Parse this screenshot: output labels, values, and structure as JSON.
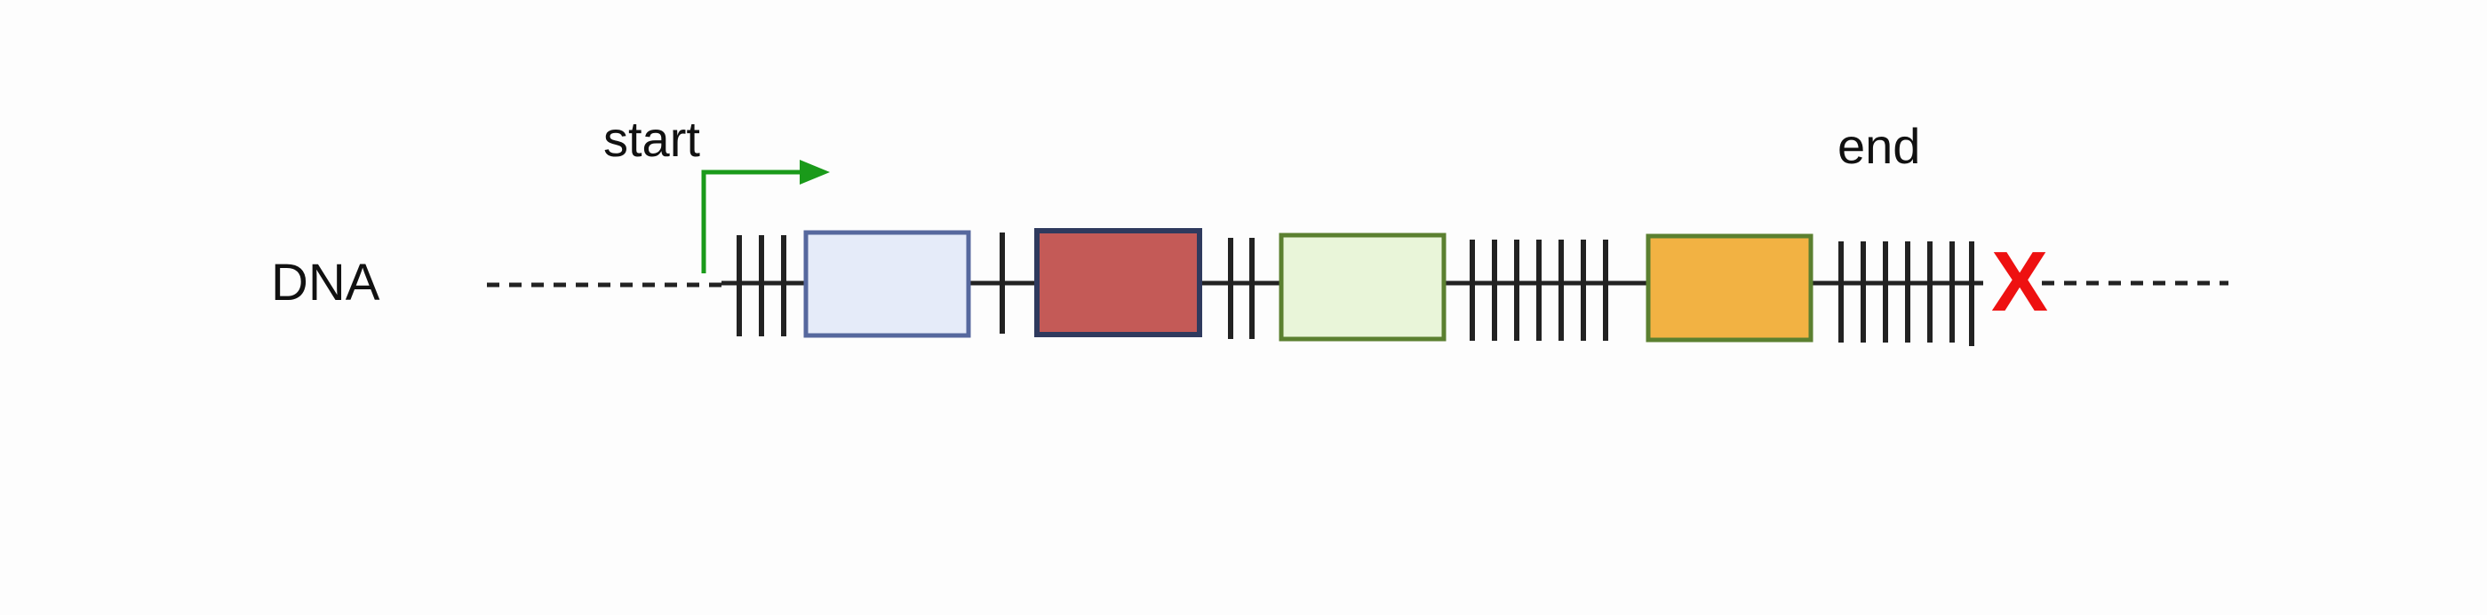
{
  "labels": {
    "dna": "DNA",
    "start": "start",
    "end": "end",
    "stop_mark": "X"
  },
  "colors": {
    "strand": "#222222",
    "promoter_arrow": "#1a9a1a",
    "stop_mark": "#ee1111",
    "background": "#fdfdfd"
  },
  "blocks": [
    {
      "fill": "#e5ebf9",
      "stroke": "#56689e"
    },
    {
      "fill": "#c45a57",
      "stroke": "#2f3a5e"
    },
    {
      "fill": "#e9f5d9",
      "stroke": "#5b8030"
    },
    {
      "fill": "#f2b243",
      "stroke": "#5b8030"
    }
  ]
}
